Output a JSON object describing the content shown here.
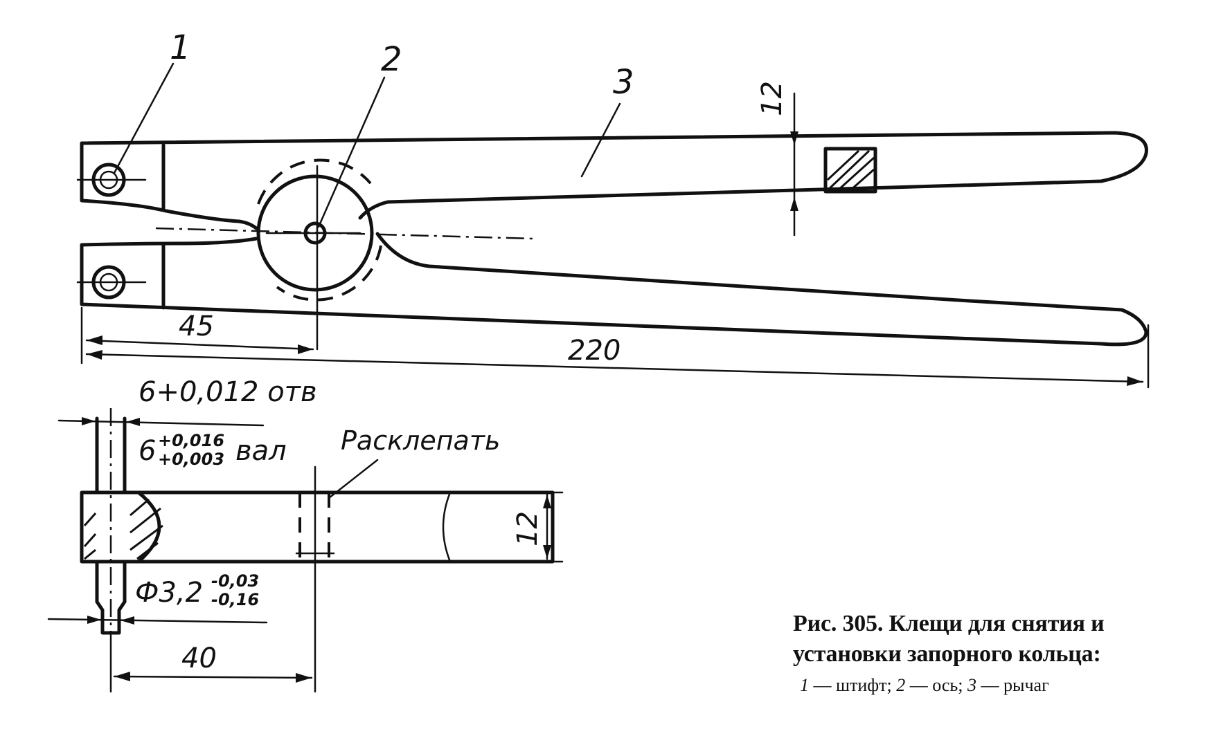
{
  "callouts": [
    "1",
    "2",
    "3"
  ],
  "dimensions": {
    "d45": "45",
    "d220": "220",
    "d12_top": "12",
    "d12_side": "12",
    "d40": "40",
    "hole_tol": "6+0,012 отв",
    "shaft_tol_base": "6",
    "shaft_tol_upper": "+0,016",
    "shaft_tol_lower": "+0,003",
    "shaft_tol_suffix": "вал",
    "pin_dia_base": "Ф3,2",
    "pin_dia_upper": "-0,03",
    "pin_dia_lower": "-0,16"
  },
  "note_rivet": "Расклепать",
  "caption": {
    "title_line1": "Рис. 305. Клещи для снятия и",
    "title_line2": "установки запорного кольца:",
    "legend": [
      {
        "num": "1",
        "text": " — штифт;"
      },
      {
        "num": "2",
        "text": " — ось;"
      },
      {
        "num": "3",
        "text": " — рычаг"
      }
    ]
  }
}
